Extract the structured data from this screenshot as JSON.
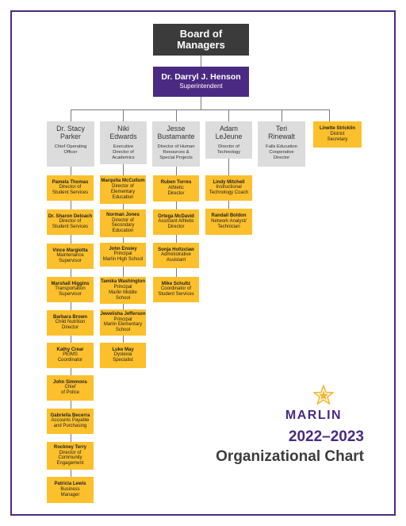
{
  "board": {
    "line1": "Board of",
    "line2": "Managers"
  },
  "superintendent": {
    "name": "Dr. Darryl J. Henson",
    "title": "Superintendent"
  },
  "heads": [
    {
      "name1": "Dr. Stacy",
      "name2": "Parker",
      "title1": "Chief Operating",
      "title2": "Officer",
      "title3": ""
    },
    {
      "name1": "Niki",
      "name2": "Edwards",
      "title1": "Executive",
      "title2": "Director of",
      "title3": "Academics"
    },
    {
      "name1": "Jesse",
      "name2": "Bustamante",
      "title1": "Director of Human",
      "title2": "Resources &",
      "title3": "Special Projects"
    },
    {
      "name1": "Adam",
      "name2": "LeJeune",
      "title1": "Director of",
      "title2": "Technology",
      "title3": ""
    },
    {
      "name1": "Teri",
      "name2": "Rinewalt",
      "title1": "Falls Education",
      "title2": "Cooperative",
      "title3": "Director"
    }
  ],
  "secretary": {
    "name": "Linette Stricklin",
    "title1": "District",
    "title2": "Secretary"
  },
  "col1": [
    {
      "name": "Pamela Thomas",
      "title1": "Director of",
      "title2": "Student Services",
      "title3": ""
    },
    {
      "name": "Dr. Sharon Deloach",
      "title1": "Director of",
      "title2": "Student Services",
      "title3": ""
    },
    {
      "name": "Vince Margiotta",
      "title1": "Maintenance",
      "title2": "Supervisor",
      "title3": ""
    },
    {
      "name": "Marshall Higgins",
      "title1": "Transportation",
      "title2": "Supervisor",
      "title3": ""
    },
    {
      "name": "Barbara Brown",
      "title1": "Child Nutrition",
      "title2": "Director",
      "title3": ""
    },
    {
      "name": "Kathy Crear",
      "title1": "PEIMS",
      "title2": "Coordinator",
      "title3": ""
    },
    {
      "name": "John Simmons",
      "title1": "Chief",
      "title2": "of Police",
      "title3": ""
    },
    {
      "name": "Gabriella Becerra",
      "title1": "Accounts Payable",
      "title2": "and Purchasing",
      "title3": ""
    },
    {
      "name": "Rockney Terry",
      "title1": "Director of",
      "title2": "Community",
      "title3": "Engagement"
    },
    {
      "name": "Patricia Lewis",
      "title1": "Business",
      "title2": "Manager",
      "title3": ""
    }
  ],
  "col2": [
    {
      "name": "Marquita McCullum",
      "title1": "Director of",
      "title2": "Elementary",
      "title3": "Education"
    },
    {
      "name": "Norman Jones",
      "title1": "Director of",
      "title2": "Secondary",
      "title3": "Education"
    },
    {
      "name": "John Ensley",
      "title1": "Principal",
      "title2": "Marlin High School",
      "title3": ""
    },
    {
      "name": "Tamika Washington",
      "title1": "Principal",
      "title2": "Marlin Middle",
      "title3": "School"
    },
    {
      "name": "Jewelisha Jefferson",
      "title1": "Principal",
      "title2": "Marlin Elementary",
      "title3": "School"
    },
    {
      "name": "Luke May",
      "title1": "Dyslexia",
      "title2": "Specialist",
      "title3": ""
    }
  ],
  "col3": [
    {
      "name": "Ruben Torres",
      "title1": "Athletic",
      "title2": "Director",
      "title3": ""
    },
    {
      "name": "Ortega McDavid",
      "title1": "Assistant Athletic",
      "title2": "Director",
      "title3": ""
    },
    {
      "name": "Sonja Holtzclaw",
      "title1": "Administrative",
      "title2": "Assistant",
      "title3": ""
    },
    {
      "name": "Mike Schultz",
      "title1": "Coordinator of",
      "title2": "Student Services",
      "title3": ""
    }
  ],
  "col4": [
    {
      "name": "Lindy Mitchell",
      "title1": "Instructional",
      "title2": "Technology Coach",
      "title3": ""
    },
    {
      "name": "Randall Boldon",
      "title1": "Network Analyst/",
      "title2": "Technician",
      "title3": ""
    }
  ],
  "branding": {
    "logo_text": "MARLIN",
    "year": "2022–2023",
    "title": "Organizational Chart"
  },
  "colors": {
    "purple": "#4b2a83",
    "dark_gray": "#3b3b3b",
    "light_gray": "#dcdcdc",
    "gold": "#fcc02c"
  }
}
